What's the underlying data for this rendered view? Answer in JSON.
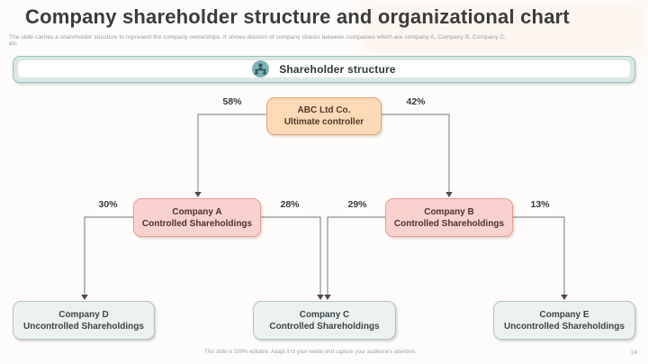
{
  "slide": {
    "title": "Company shareholder structure and organizational chart",
    "subtitle": "The slide carries a shareholder structure to represent the company ownerships. It shows division of company shares between companies which are company A, Company B, Company C, etc",
    "footer": "This slide is 100% editable. Adapt it to your needs and capture your audience's attention.",
    "page_number": "14"
  },
  "banner": {
    "label": "Shareholder structure",
    "icon": "people-group-icon",
    "icon_bg": "#7fb2b4"
  },
  "org_chart": {
    "nodes": [
      {
        "id": "abc",
        "line1": "ABC Ltd Co.",
        "line2": "Ultimate controller",
        "style": "peach"
      },
      {
        "id": "company-a",
        "line1": "Company A",
        "line2": "Controlled Shareholdings",
        "style": "pink"
      },
      {
        "id": "company-b",
        "line1": "Company B",
        "line2": "Controlled Shareholdings",
        "style": "pink"
      },
      {
        "id": "company-d",
        "line1": "Company D",
        "line2": "Uncontrolled Shareholdings",
        "style": "gray"
      },
      {
        "id": "company-c",
        "line1": "Company C",
        "line2": "Controlled Shareholdings",
        "style": "gray"
      },
      {
        "id": "company-e",
        "line1": "Company E",
        "line2": "Uncontrolled Shareholdings",
        "style": "gray"
      }
    ],
    "edges": [
      {
        "from": "abc",
        "to": "company-a",
        "label": "58%"
      },
      {
        "from": "abc",
        "to": "company-b",
        "label": "42%"
      },
      {
        "from": "company-a",
        "to": "company-d",
        "label": "30%"
      },
      {
        "from": "company-a",
        "to": "company-c",
        "label": "28%"
      },
      {
        "from": "company-b",
        "to": "company-c",
        "label": "29%"
      },
      {
        "from": "company-b",
        "to": "company-e",
        "label": "13%"
      }
    ],
    "colors": {
      "peach_fill": "#fcd9b7",
      "peach_border": "#dfa377",
      "pink_fill": "#f9d2cd",
      "pink_border": "#e59d94",
      "gray_fill": "#ebf1f1",
      "gray_border": "#b7c0c0",
      "connector": "#8e8e8e",
      "arrowhead": "#4d4d4d"
    }
  }
}
